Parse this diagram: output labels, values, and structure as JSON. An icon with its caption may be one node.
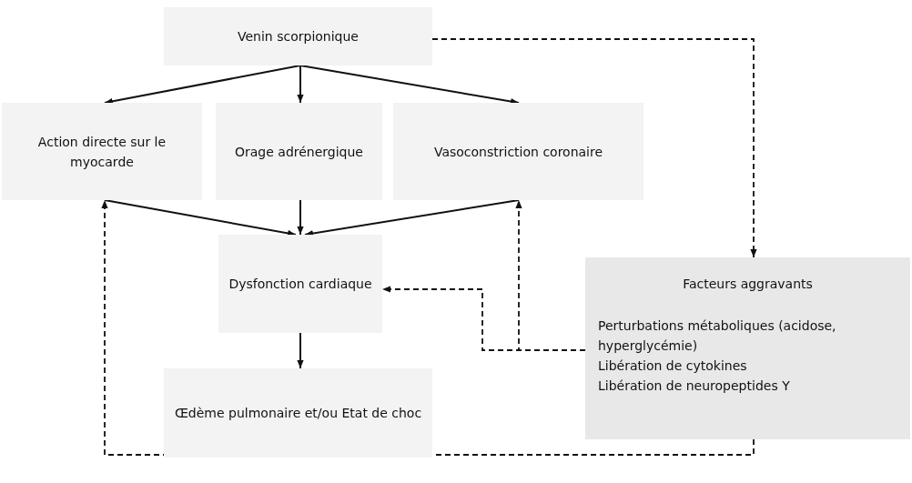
{
  "diagram": {
    "nodes": [
      {
        "text": [
          "Venin scorpionique"
        ]
      },
      {
        "text": [
          "Action directe sur le myocarde"
        ]
      },
      {
        "text": [
          "Orage adrénergique"
        ]
      },
      {
        "text": [
          "Vasoconstriction coronaire"
        ]
      },
      {
        "text": [
          "Dysfonction cardiaque"
        ]
      },
      {
        "text": [
          "Œdème pulmonaire et/ou Etat de choc"
        ]
      },
      {
        "text": [
          "Facteurs aggravants",
          "Perturbations métaboliques (acidose, hyperglycémie)",
          "Libération de cytokines",
          "Libération de neuropeptides Y"
        ]
      }
    ],
    "edges": [
      {
        "from": 0,
        "to": 1,
        "arrow": "to"
      },
      {
        "from": 0,
        "to": 2,
        "arrow": "to"
      },
      {
        "from": 0,
        "to": 3,
        "arrow": "to"
      },
      {
        "from": 1,
        "to": 4,
        "arrow": "to"
      },
      {
        "from": 2,
        "to": 4,
        "arrow": "to"
      },
      {
        "from": 3,
        "to": 4,
        "arrow": "to"
      },
      {
        "from": 4,
        "to": 5,
        "arrow": "to"
      },
      {
        "from": 0,
        "to": 6,
        "arrow": "to",
        "style": "dashed"
      },
      {
        "from": 6,
        "to": 4,
        "arrow": "to",
        "style": "dashed"
      },
      {
        "from": 6,
        "to": 3,
        "arrow": "to",
        "style": "dashed"
      },
      {
        "from": 6,
        "to": 1,
        "arrow": "to",
        "style": "dashed"
      }
    ]
  }
}
